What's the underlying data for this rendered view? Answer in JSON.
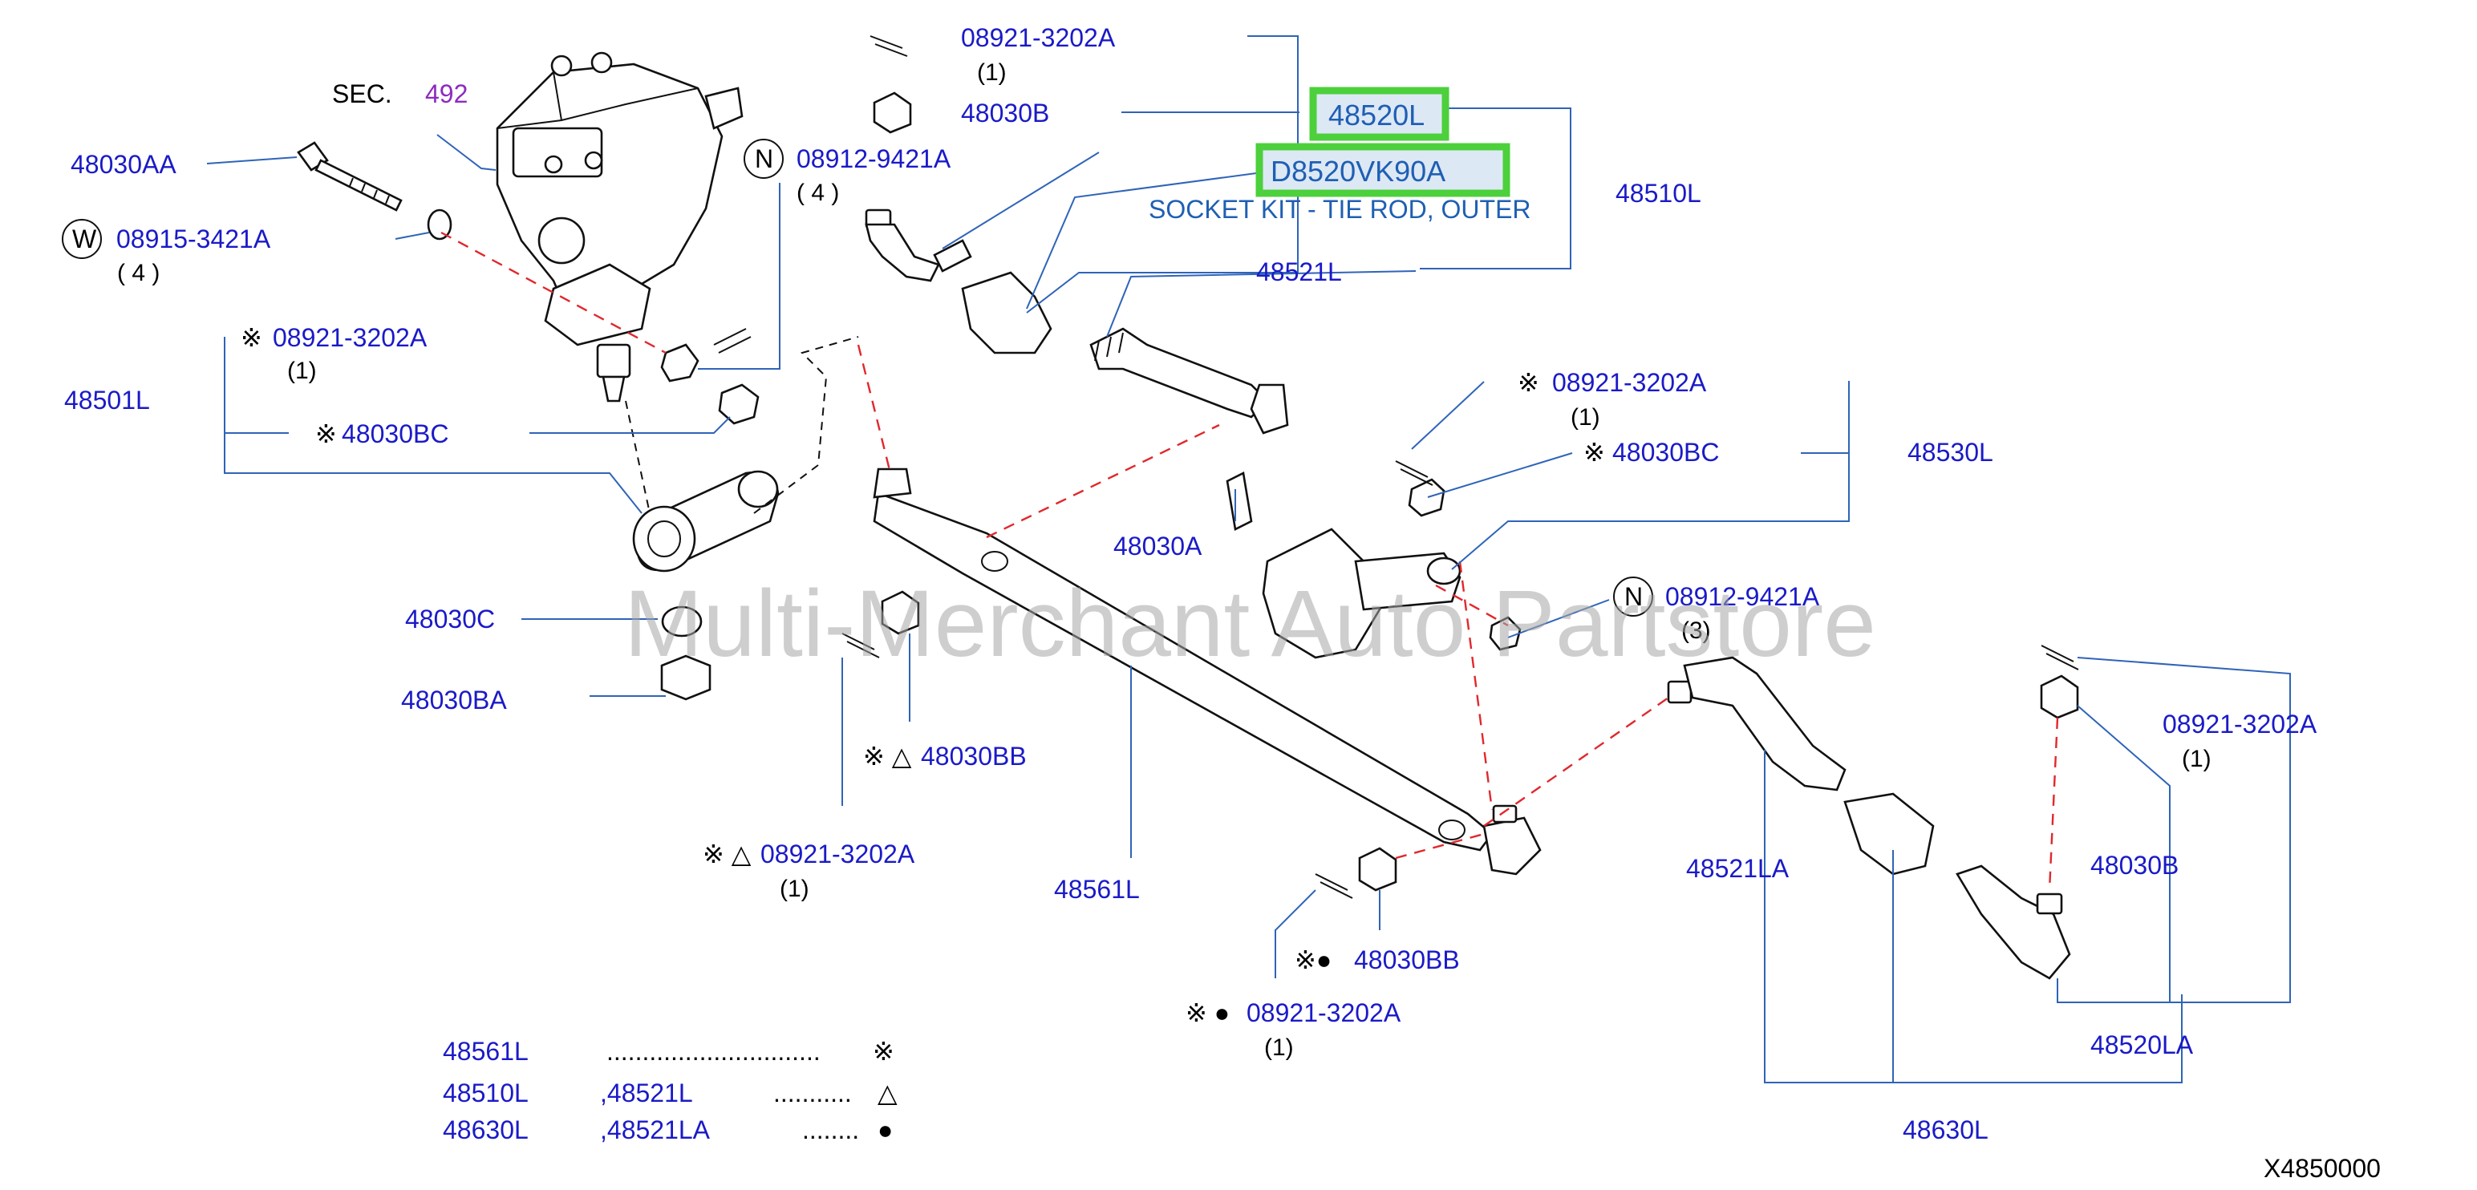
{
  "colors": {
    "label": "#1a1ac8",
    "section_ref": "#8d2bbf",
    "highlight_border": "#4cd03b",
    "highlight_text": "#1e5fb3",
    "leader": "#2f64b8",
    "hidden_line": "#e0282d",
    "watermark": "#a7a7a7"
  },
  "watermark": "Multi-Merchant Auto Partstore",
  "diagram_code": "X4850000",
  "highlight": {
    "part_number": "48520L",
    "kit_number": "D8520VK90A",
    "kit_description": "SOCKET KIT - TIE ROD, OUTER"
  },
  "labels": {
    "sec_prefix": "SEC.",
    "sec_ref": "492",
    "l_48030AA": "48030AA",
    "w_circle": "W",
    "l_08915": "08915-3421A",
    "q_4a": "( 4 )",
    "l_08921_gear": "08921-3202A",
    "mk_gear": "※",
    "q_1_gear": "(1)",
    "l_48501L": "48501L",
    "l_48030BC_gear": "48030BC",
    "mk_bc_gear": "※",
    "l_48030C": "48030C",
    "l_48030BA": "48030BA",
    "l_08921_top": "08921-3202A",
    "q_1_top": "(1)",
    "l_48030B_top": "48030B",
    "n_circle_top": "N",
    "l_08912_top": "08912-9421A",
    "q_4_top": "( 4 )",
    "l_48510L": "48510L",
    "l_48521L": "48521L",
    "l_08921_idler": "08921-3202A",
    "mk_idler": "※",
    "q_1_idler": "(1)",
    "l_48030BC_idler": "48030BC",
    "mk_bc_idler": "※",
    "l_48530L": "48530L",
    "l_48030A": "48030A",
    "n_circle_idler": "N",
    "l_08912_idler": "08912-9421A",
    "q_3": "(3)",
    "l_48030BB_left": "48030BB",
    "mk_bb_left": "※ △",
    "l_08921_left": "08921-3202A",
    "mk_08921_left": "※ △",
    "q_1_left": "(1)",
    "l_48561L": "48561L",
    "l_48030BB_bottom": "48030BB",
    "mk_bb_bottom": "※●",
    "l_08921_bottom": "08921-3202A",
    "mk_08921_bottom": "※ ●",
    "q_1_bottom": "(1)",
    "l_48521LA": "48521LA",
    "l_08921_right": "08921-3202A",
    "q_1_right": "(1)",
    "l_48030B_right": "48030B",
    "l_48520LA": "48520LA",
    "l_48630L": "48630L"
  },
  "legend": [
    {
      "part": "48561L",
      "part2": "",
      "dots": "..............................",
      "symbol": "※"
    },
    {
      "part": "48510L",
      "part2": ",48521L",
      "dots": "...........",
      "symbol": "△"
    },
    {
      "part": "48630L",
      "part2": ",48521LA",
      "dots": "........",
      "symbol": "●"
    }
  ]
}
